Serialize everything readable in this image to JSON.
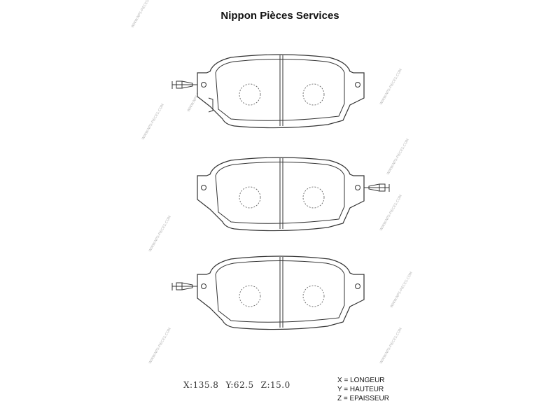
{
  "header": {
    "title": "Nippon Pièces Services"
  },
  "dimensions": {
    "x": "X:135.8",
    "y": "Y:62.5",
    "z": "Z:15.0"
  },
  "legend": [
    "X = LONGEUR",
    "Y = HAUTEUR",
    "Z = EPAISSEUR"
  ],
  "watermark": "WWW.NPS-PIECES.COM",
  "colors": {
    "line": "#333333",
    "watermark": "#b8b8b8"
  }
}
